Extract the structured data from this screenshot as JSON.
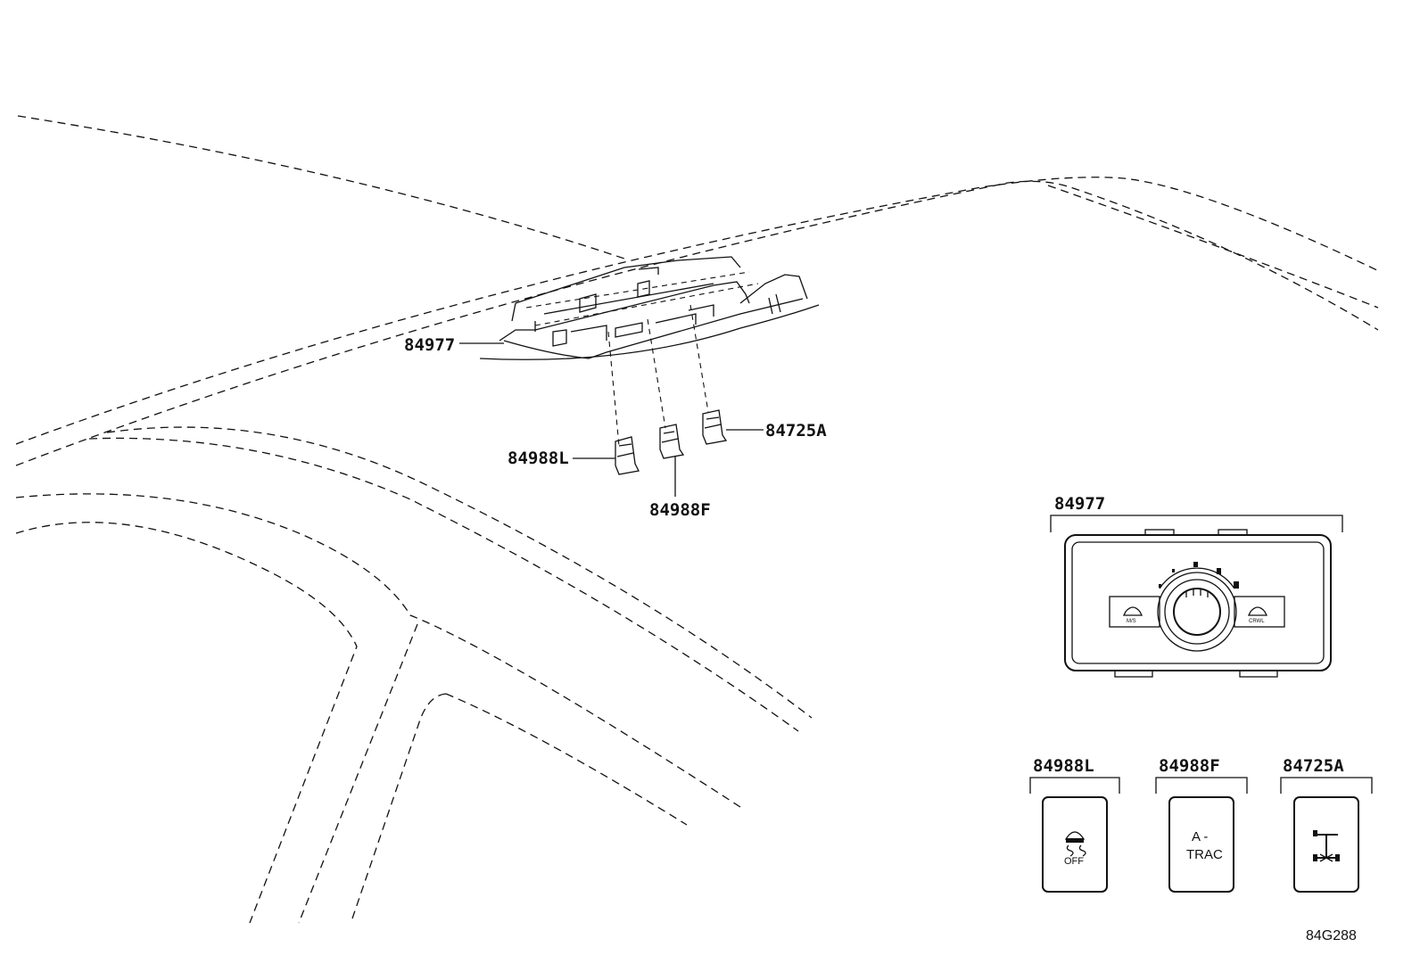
{
  "callouts": {
    "console": "84977",
    "switch_left": "84988L",
    "switch_front": "84988F",
    "switch_a": "84725A"
  },
  "detail_labels": {
    "console": "84977",
    "switch_left": "84988L",
    "switch_front": "84988F",
    "switch_a": "84725A"
  },
  "buttons": {
    "left_text": "OFF",
    "front_line1": "A -",
    "front_line2": "TRAC"
  },
  "dial": {
    "left_label": "M/S",
    "right_label": "CRWL"
  },
  "reference_code": "84G288",
  "colors": {
    "line": "#111111",
    "background": "#ffffff"
  }
}
